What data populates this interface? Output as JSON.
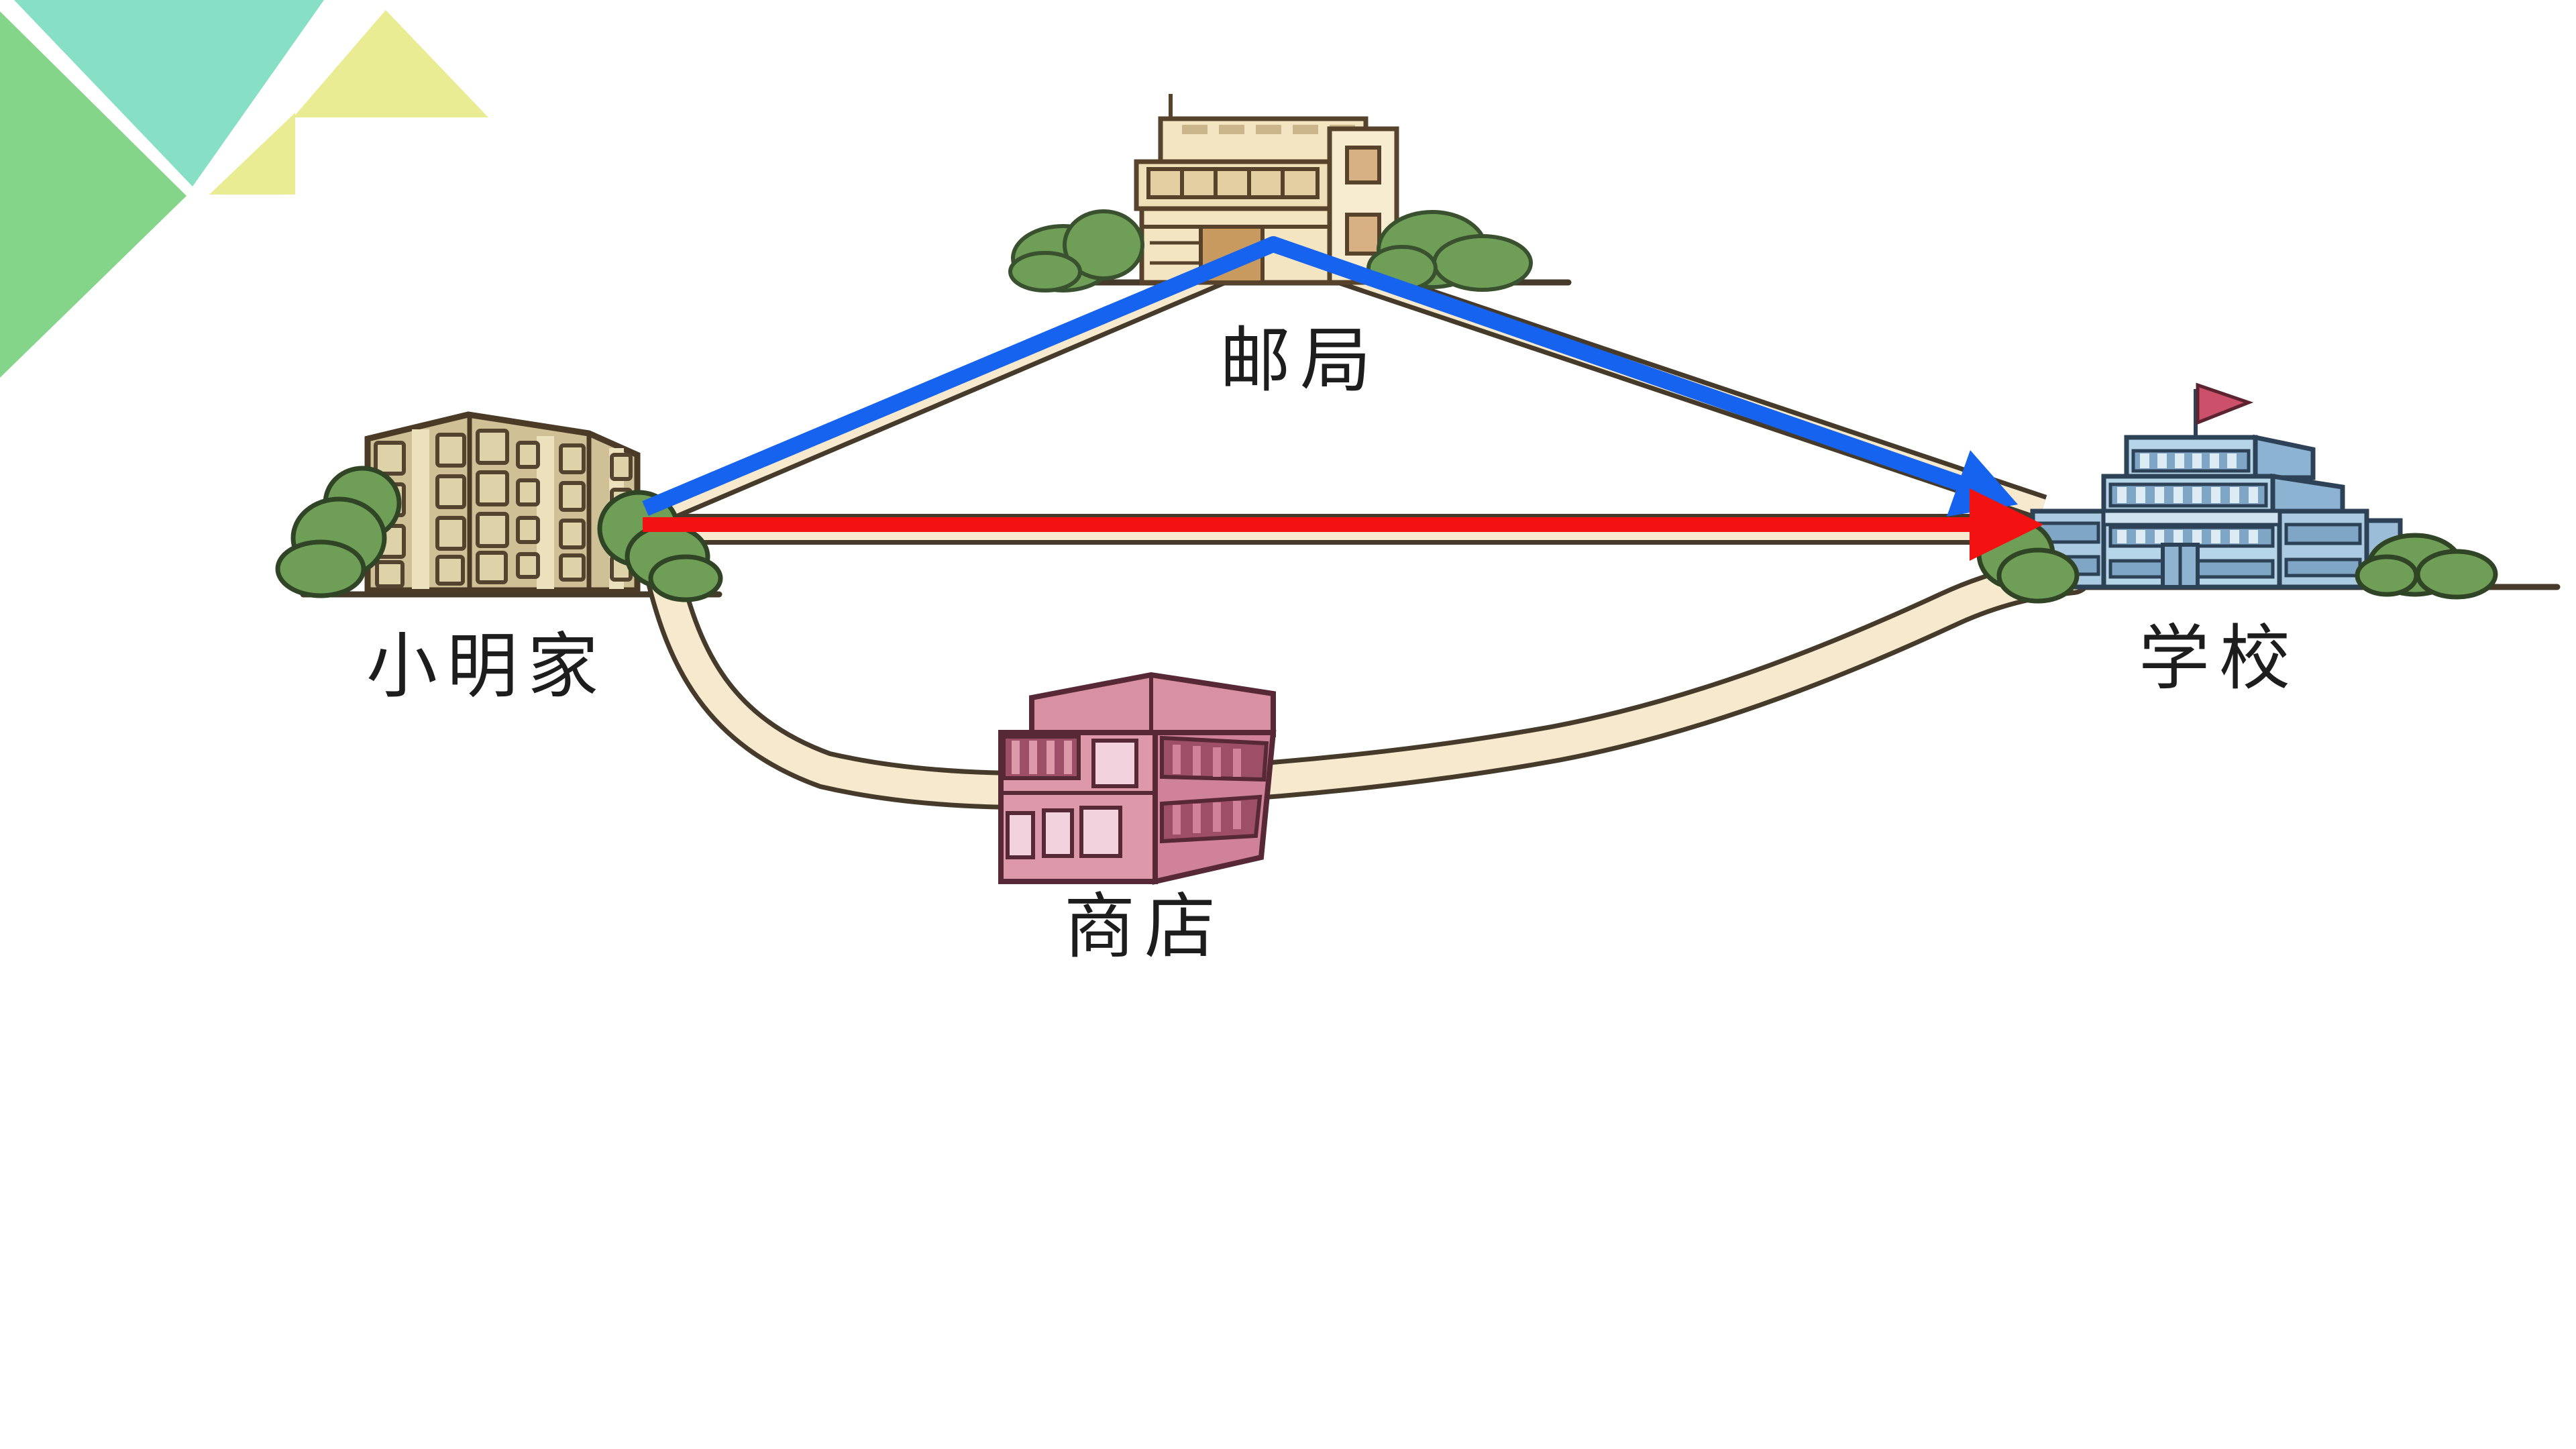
{
  "scene": {
    "background_color": "#ffffff",
    "labels": {
      "home": "小明家",
      "post_office": "邮局",
      "shop": "商店",
      "school": "学校"
    },
    "routes": [
      {
        "id": "via-post-office",
        "color": "#1563ee",
        "style": "blue polyline arrow",
        "from": "小明家",
        "via": "邮局",
        "to": "学校"
      },
      {
        "id": "direct",
        "color": "#f41111",
        "style": "red straight arrow",
        "from": "小明家",
        "to": "学校"
      },
      {
        "id": "via-shop",
        "color": "#f6e9cd",
        "style": "curved road",
        "from": "小明家",
        "via": "商店",
        "to": "学校"
      }
    ],
    "colors": {
      "deco_teal": "#87e0c5",
      "deco_green": "#84d589",
      "deco_yellow": "#e9ec92",
      "route_blue": "#1563ee",
      "route_red": "#f41111",
      "road_fill": "#f6e9cd",
      "road_outline": "#463b2b",
      "ink": "#1d1d1d"
    }
  }
}
